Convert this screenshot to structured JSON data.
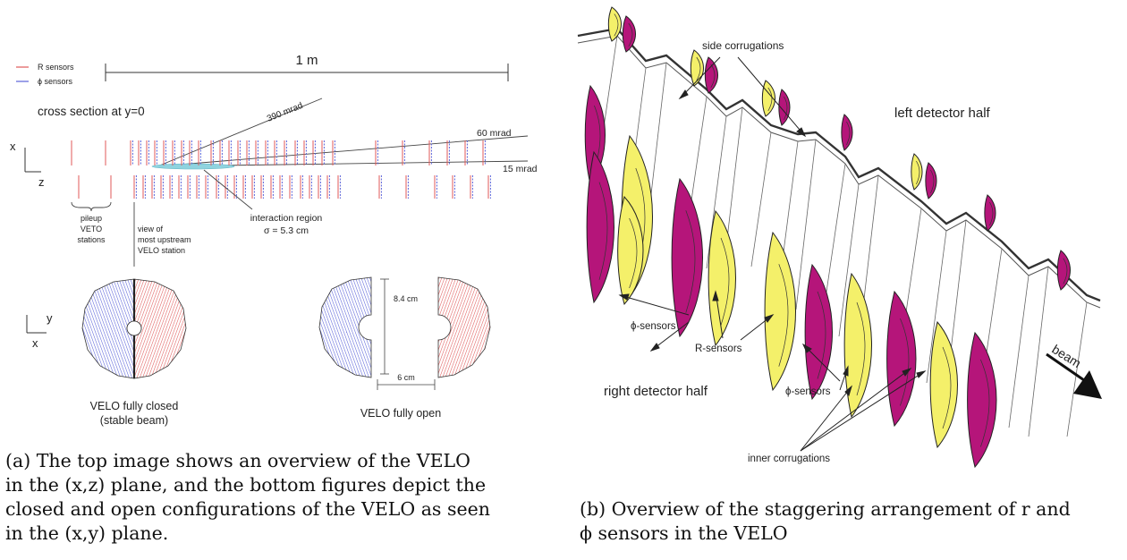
{
  "left_panel": {
    "legend": {
      "r_sensors": "R sensors",
      "phi_sensors": "ϕ sensors"
    },
    "scale_label": "1 m",
    "section_title": "cross section at y=0",
    "axes_xz": {
      "x": "x",
      "z": "z"
    },
    "angles": {
      "a390": "390 mrad",
      "a60": "60 mrad",
      "a15": "15 mrad"
    },
    "pileup": {
      "line1": "pileup",
      "line2": "VETO",
      "line3": "stations"
    },
    "view_note": {
      "line1": "view of",
      "line2": "most upstream",
      "line3": "VELO station"
    },
    "interaction": {
      "line1": "interaction region",
      "line2": "σ = 5.3 cm"
    },
    "axes_xy": {
      "y": "y",
      "x": "x"
    },
    "dimension_height": "8.4 cm",
    "dimension_gap": "6 cm",
    "closed_label": {
      "line1": "VELO fully closed",
      "line2": "(stable beam)"
    },
    "open_label": "VELO fully open",
    "colors": {
      "r_sensor": "#e05a5a",
      "phi_sensor": "#5a62d8",
      "region": "#8fd3df"
    }
  },
  "right_panel": {
    "labels": {
      "side_corrugations": "side corrugations",
      "left_half": "left detector half",
      "phi_sensors_1": "ϕ-sensors",
      "r_sensors": "R-sensors",
      "phi_sensors_2": "ϕ-sensors",
      "right_half": "right detector half",
      "inner_corrugations": "inner corrugations",
      "beam": "beam"
    },
    "colors": {
      "magenta": "#b5157a",
      "yellow": "#f4f06a"
    }
  },
  "captions": {
    "a": {
      "line1": "(a)  The top image shows an overview of the VELO",
      "line2": "in the (x,z) plane, and the bottom figures depict the",
      "line3": "closed and open configurations of the VELO as seen",
      "line4": "in the (x,y) plane."
    },
    "b": {
      "line1": "(b) Overview of the staggering arrangement of r and",
      "line2": "ϕ sensors in the VELO",
      "r_symbol": "r",
      "phi_symbol": "ϕ"
    }
  }
}
